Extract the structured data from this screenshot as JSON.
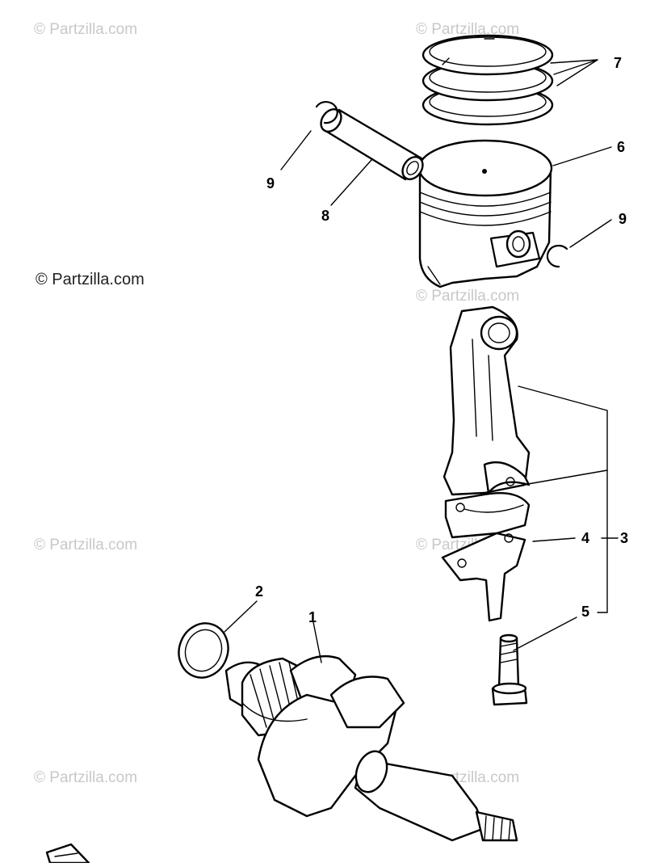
{
  "watermark": {
    "text": "© Partzilla.com",
    "main_text": "© Partzilla.com"
  },
  "callouts": {
    "c1": "1",
    "c2": "2",
    "c3": "3",
    "c4": "4",
    "c5": "5",
    "c6": "6",
    "c7": "7",
    "c8": "8",
    "c9a": "9",
    "c9b": "9"
  },
  "colors": {
    "ink": "#000000",
    "watermark": "#c8c8c8",
    "background": "#ffffff"
  }
}
